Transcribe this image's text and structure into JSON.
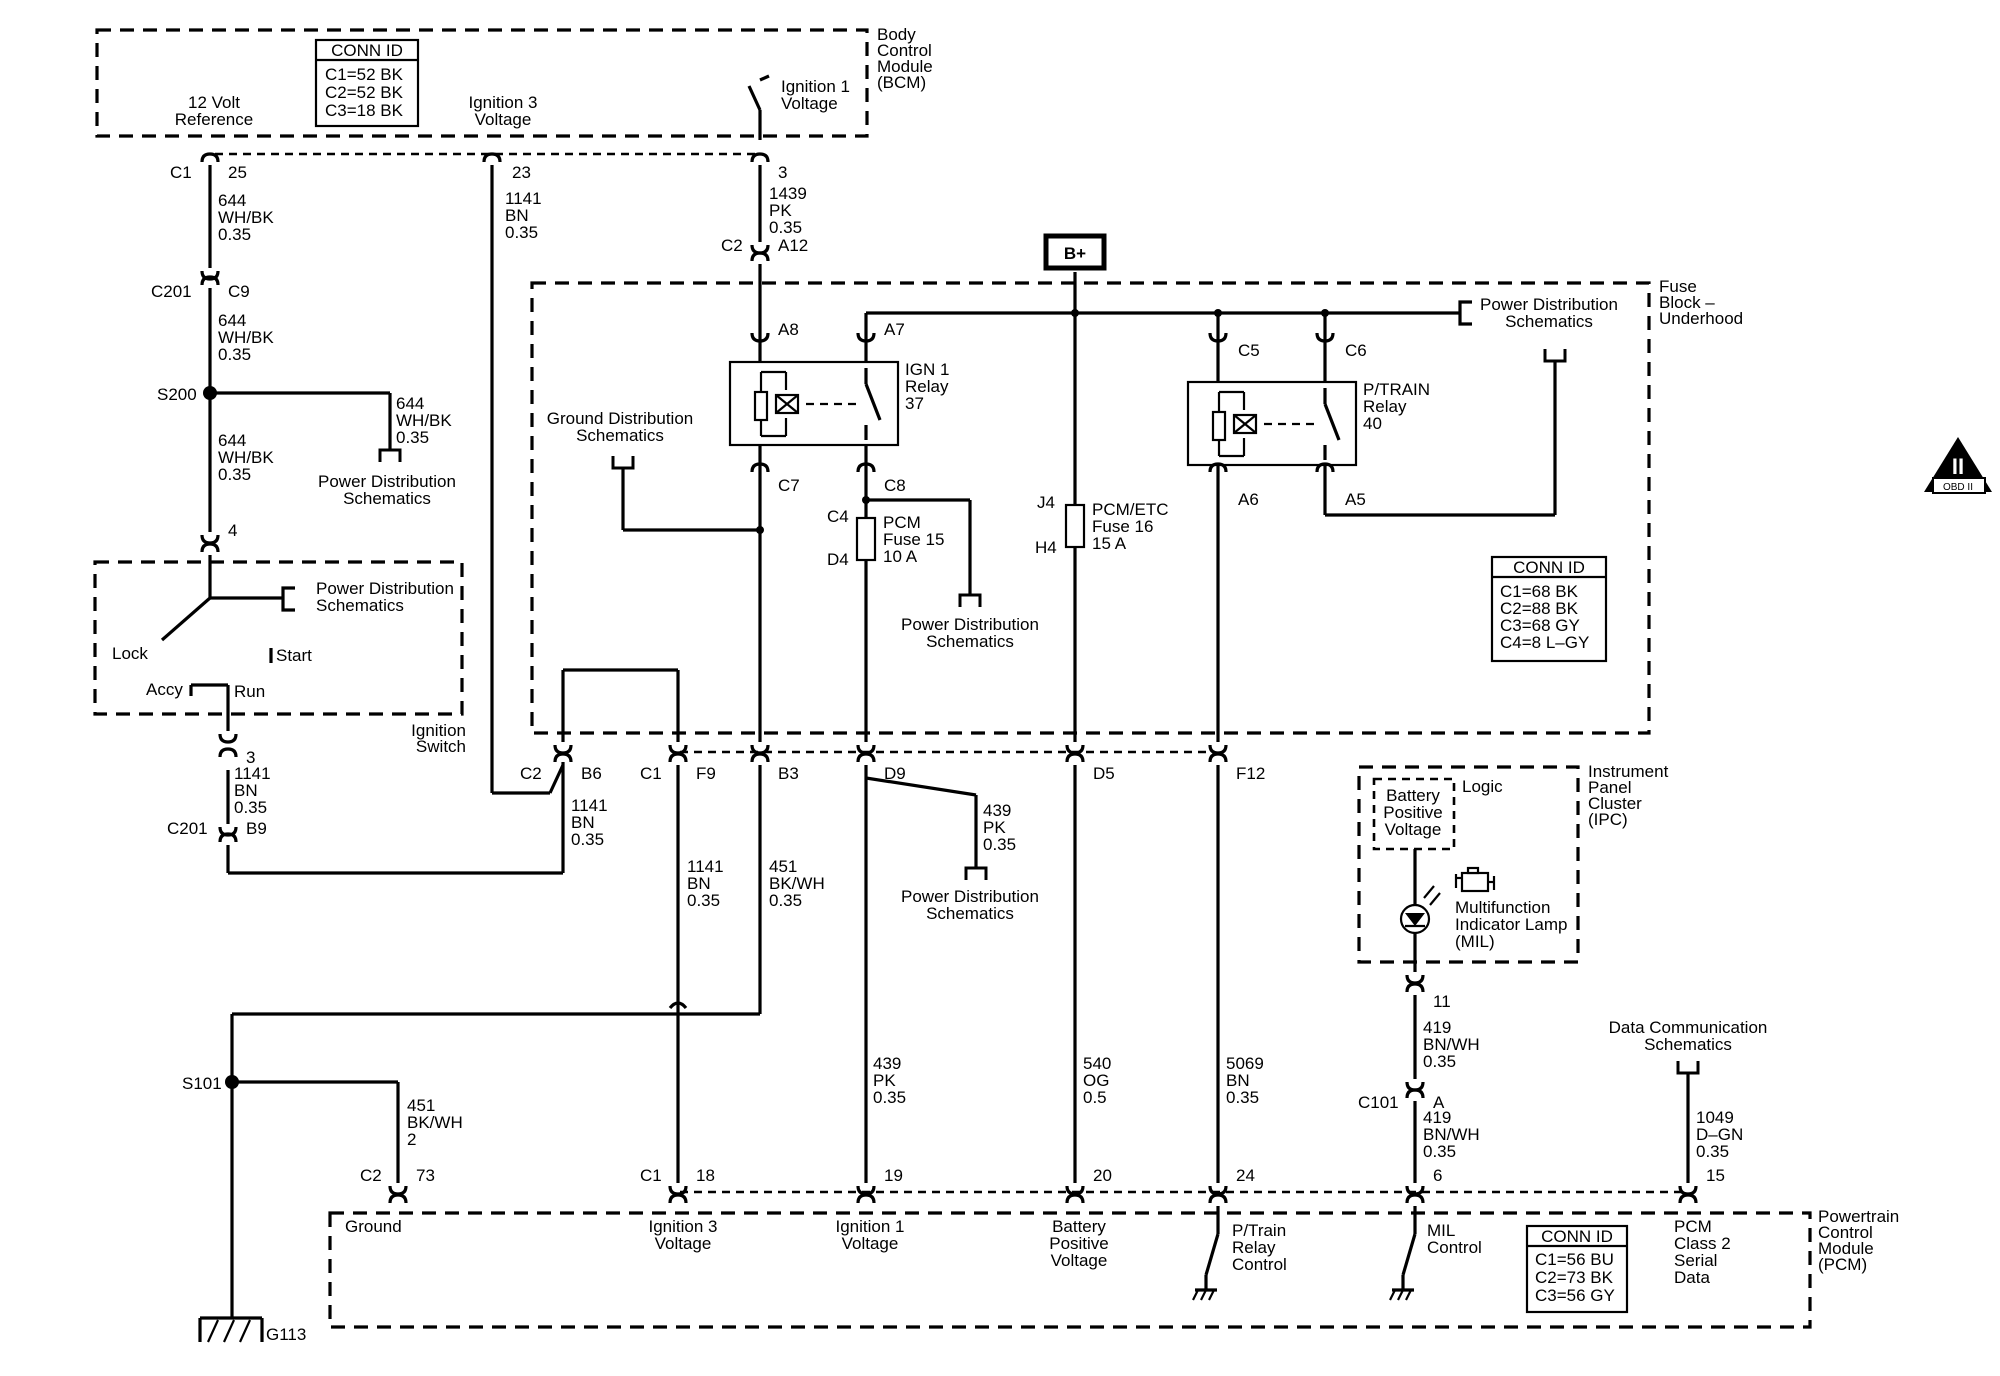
{
  "modules": {
    "bcm": {
      "name": [
        "Body",
        "Control",
        "Module",
        "(BCM)"
      ]
    },
    "fuse_block": {
      "name": [
        "Fuse",
        "Block –",
        "Underhood"
      ]
    },
    "ignition_switch": {
      "name": [
        "Ignition",
        "Switch"
      ]
    },
    "ipc": {
      "name": [
        "Instrument",
        "Panel",
        "Cluster",
        "(IPC)"
      ]
    },
    "pcm": {
      "name": [
        "Powertrain",
        "Control",
        "Module",
        "(PCM)"
      ]
    }
  },
  "conn_tables": {
    "bcm": {
      "title": "CONN ID",
      "rows": [
        "C1=52 BK",
        "C2=52 BK",
        "C3=18 BK"
      ]
    },
    "fuse": {
      "title": "CONN ID",
      "rows": [
        "C1=68 BK",
        "C2=88 BK",
        "C3=68 GY",
        "C4=8 L–GY"
      ]
    },
    "pcm": {
      "title": "CONN ID",
      "rows": [
        "C1=56 BU",
        "C2=73 BK",
        "C3=56 GY"
      ]
    }
  },
  "power_source": "B+",
  "connectors": {
    "c1": "C1",
    "c2": "C2",
    "c201": "C201",
    "c101": "C101",
    "c5": "C5",
    "c6": "C6",
    "c7": "C7",
    "c8": "C8",
    "c4": "C4",
    "d4": "D4",
    "j4": "J4",
    "h4": "H4",
    "a8": "A8",
    "a7": "A7",
    "a6": "A6",
    "a5": "A5"
  },
  "splices": {
    "s200": "S200",
    "s101": "S101",
    "g113": "G113"
  },
  "pins": {
    "p25": "25",
    "p23": "23",
    "p3": "3",
    "a12": "A12",
    "c9": "C9",
    "p4": "4",
    "p3b": "3",
    "b9": "B9",
    "b6": "B6",
    "f9": "F9",
    "b3": "B3",
    "d9": "D9",
    "d5": "D5",
    "f12": "F12",
    "p73": "73",
    "p18": "18",
    "p19": "19",
    "p20": "20",
    "p24": "24",
    "p6": "6",
    "p15": "15",
    "p11": "11",
    "pa": "A"
  },
  "bcm_labels": {
    "ref12": [
      "12 Volt",
      "Reference"
    ],
    "ign3": [
      "Ignition 3",
      "Voltage"
    ],
    "ign1": [
      "Ignition 1",
      "Voltage"
    ]
  },
  "wires": {
    "w644a": [
      "644",
      "WH/BK",
      "0.35"
    ],
    "w644b": [
      "644",
      "WH/BK",
      "0.35"
    ],
    "w644c": [
      "644",
      "WH/BK",
      "0.35"
    ],
    "w644d": [
      "644",
      "WH/BK",
      "0.35"
    ],
    "w1141a": [
      "1141",
      "BN",
      "0.35"
    ],
    "w1439": [
      "1439",
      "PK",
      "0.35"
    ],
    "w1141b": [
      "1141",
      "BN",
      "0.35"
    ],
    "w1141c": [
      "1141",
      "BN",
      "0.35"
    ],
    "w1141d": [
      "1141",
      "BN",
      "0.35"
    ],
    "w451a": [
      "451",
      "BK/WH",
      "0.35"
    ],
    "w439a": [
      "439",
      "PK",
      "0.35"
    ],
    "w439b": [
      "439",
      "PK",
      "0.35"
    ],
    "w540": [
      "540",
      "OG",
      "0.5"
    ],
    "w5069": [
      "5069",
      "BN",
      "0.35"
    ],
    "w419a": [
      "419",
      "BN/WH",
      "0.35"
    ],
    "w419b": [
      "419",
      "BN/WH",
      "0.35"
    ],
    "w1049": [
      "1049",
      "D–GN",
      "0.35"
    ],
    "w451b": [
      "451",
      "BK/WH",
      "2"
    ]
  },
  "relays": {
    "ign1": [
      "IGN 1",
      "Relay",
      "37"
    ],
    "ptrain": [
      "P/TRAIN",
      "Relay",
      "40"
    ]
  },
  "fuses": {
    "pcm15": [
      "PCM",
      "Fuse 15",
      "10 A"
    ],
    "pcm16": [
      "PCM/ETC",
      "Fuse 16",
      "15 A"
    ]
  },
  "refs": {
    "pd_s200": [
      "Power Distribution",
      "Schematics"
    ],
    "pd_sw": [
      "Power Distribution",
      "Schematics"
    ],
    "gnd": [
      "Ground Distribution",
      "Schematics"
    ],
    "pd_fuse15": [
      "Power Distribution",
      "Schematics"
    ],
    "pd_d9": [
      "Power Distribution",
      "Schematics"
    ],
    "pd_top": [
      "Power Distribution",
      "Schematics"
    ],
    "data": [
      "Data Communication",
      "Schematics"
    ]
  },
  "switch": {
    "lock": "Lock",
    "start": "Start",
    "accy": "Accy",
    "run": "Run"
  },
  "ipc_labels": {
    "logic": "Logic",
    "bat": [
      "Battery",
      "Positive",
      "Voltage"
    ],
    "mil": [
      "Multifunction",
      "Indicator Lamp",
      "(MIL)"
    ]
  },
  "pcm_labels": {
    "ground": "Ground",
    "ign3": [
      "Ignition 3",
      "Voltage"
    ],
    "ign1": [
      "Ignition 1",
      "Voltage"
    ],
    "bat": [
      "Battery",
      "Positive",
      "Voltage"
    ],
    "ptrain": [
      "P/Train",
      "Relay",
      "Control"
    ],
    "mil": [
      "MIL",
      "Control"
    ],
    "serial": [
      "PCM",
      "Class 2",
      "Serial",
      "Data"
    ]
  },
  "obd_badge": {
    "main": "II",
    "sub": "OBD II"
  }
}
